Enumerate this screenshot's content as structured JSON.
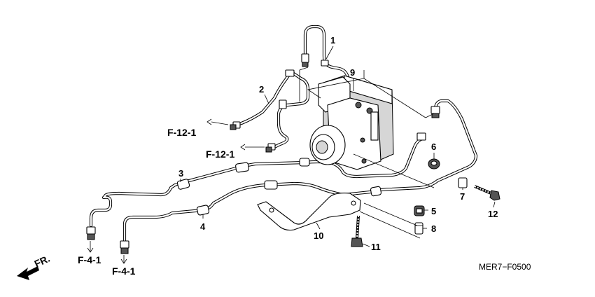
{
  "callouts": {
    "c1": "1",
    "c2": "2",
    "c3": "3",
    "c4": "4",
    "c5": "5",
    "c6": "6",
    "c7": "7",
    "c8": "8",
    "c9": "9",
    "c10": "10",
    "c11": "11",
    "c12": "12"
  },
  "references": {
    "f12_upper": "F-12-1",
    "f12_lower": "F-12-1",
    "f4_left": "F-4-1",
    "f4_right": "F-4-1"
  },
  "front_label": "FR.",
  "diagram_code": "MER7−F0500"
}
